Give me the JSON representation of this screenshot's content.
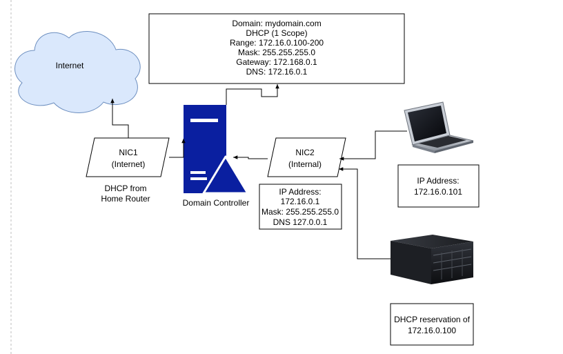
{
  "cloud": {
    "label": "Internet"
  },
  "dhcp_config": {
    "lines": [
      "Domain: mydomain.com",
      "DHCP (1 Scope)",
      "Range: 172.16.0.100-200",
      "Mask: 255.255.255.0",
      "Gateway: 172.168.0.1",
      "DNS: 172.16.0.1"
    ]
  },
  "nic1": {
    "line1": "NIC1",
    "line2": "(Internet)"
  },
  "nic1_note": {
    "line1": "DHCP from",
    "line2": "Home Router"
  },
  "domain_controller": {
    "label": "Domain Controller"
  },
  "nic2": {
    "line1": "NIC2",
    "line2": "(Internal)"
  },
  "nic2_info": {
    "lines": [
      "IP Address:",
      "172.16.0.1",
      "Mask: 255.255.255.0",
      "DNS 127.0.0.1"
    ]
  },
  "laptop_info": {
    "line1": "IP Address:",
    "line2": "172.16.0.101"
  },
  "server_info": {
    "line1": "DHCP reservation of",
    "line2": "172.16.0.100"
  },
  "colors": {
    "cloud_fill": "#dae8fc",
    "cloud_stroke": "#6c8ebf",
    "dc_blue": "#0a1fa0",
    "line": "#000000"
  }
}
